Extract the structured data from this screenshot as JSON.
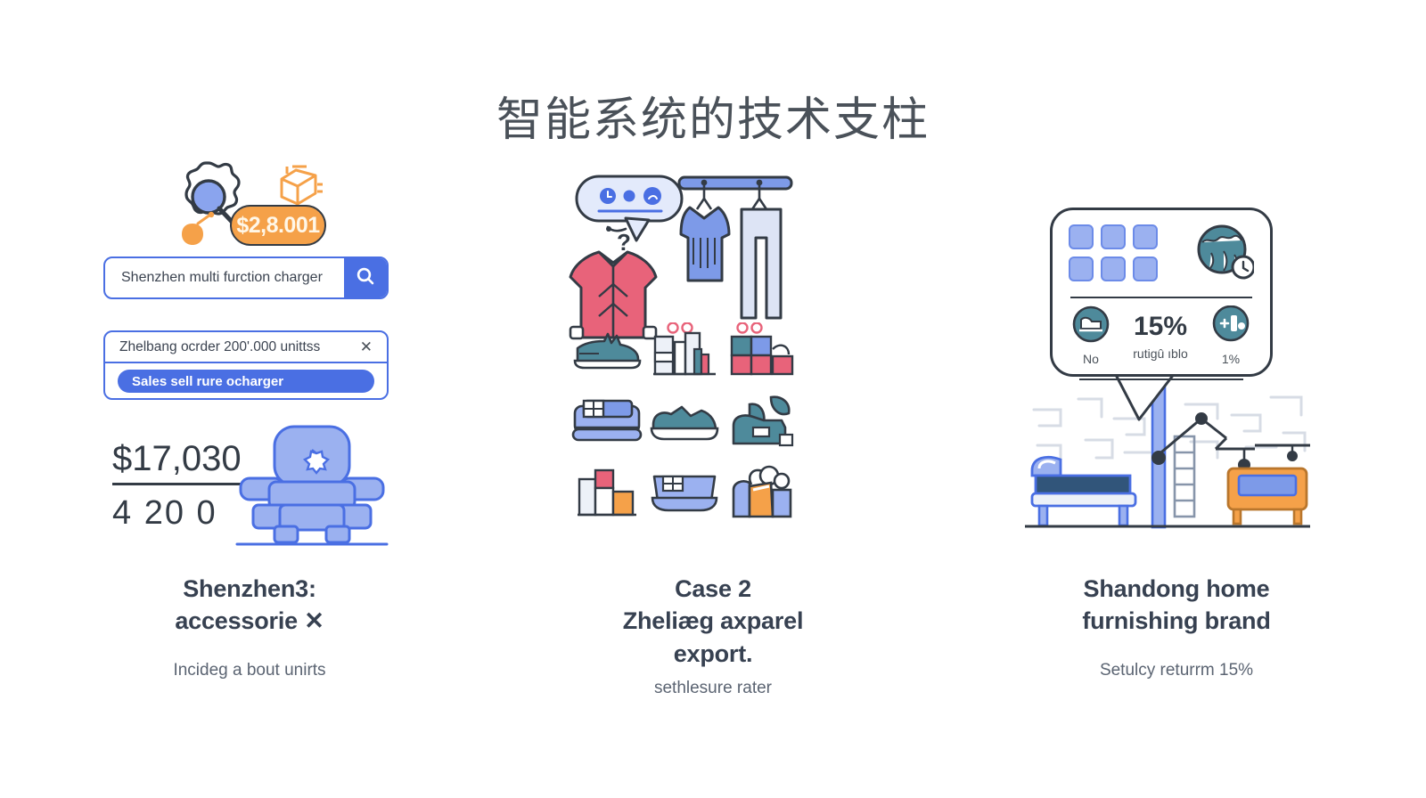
{
  "slide": {
    "title": "智能系统的技术支柱",
    "background_color": "#ffffff"
  },
  "theme": {
    "accent_blue": "#4A6FE3",
    "light_blue": "#9BB1F0",
    "orange": "#F5A149",
    "teal": "#4E8A9B",
    "pink": "#E8637A",
    "ink": "#333b45",
    "title_gray": "#4a5159",
    "caption_gray": "#5b6472"
  },
  "columns": [
    {
      "id": "case-1-shenzhen",
      "caption_title": "Shenzhen3:\naccessorie  ✕",
      "caption_title_line1": "Shenzhen3:",
      "caption_title_line2": "accessorie  ✕",
      "caption_sub": "Incideg a bout unirts",
      "art": {
        "price_badge": "$2,8.001",
        "search_value": "Shenzhen multi furction charger",
        "search_icon": "search-icon",
        "suggestion_text": "Zhelbang ocrder 200'.000 unittss",
        "suggestion_close": "✕",
        "suggestion_pill": "Sales sell rure ocharger",
        "big_number": "$17,030",
        "big_number_2": "4 20 0"
      }
    },
    {
      "id": "case-2-zhejiang",
      "caption_title_line1": "Case 2",
      "caption_title_line2": "Zheliæg axparel",
      "caption_title_line3": "export.",
      "caption_sub": "sethlesure rater",
      "art": {
        "bubble_icons": [
          "clock-icon",
          "dot-icon",
          "tag-icon"
        ],
        "question_mark": "?",
        "grid_items": [
          "sneaker-side-icon",
          "packaging-boxes-icon",
          "gift-boxes-icon",
          "sofa-icon",
          "sneaker-front-icon",
          "plant-chair-icon",
          "shelf-boxes-icon",
          "couch-icon",
          "shopping-bag-icon"
        ]
      }
    },
    {
      "id": "case-3-shandong",
      "caption_title_line1": "Shandong home",
      "caption_title_line2": "furnishing brand",
      "caption_sub": "Setulcy returrm 15%",
      "art": {
        "card_grid_cells": 6,
        "globe_icon": "globe-icon",
        "stat_left_icon": "bed-icon",
        "stat_left_label": "No",
        "stat_center_value": "15%",
        "stat_center_label": "rutigû ıblo",
        "stat_right_icon": "plus-badge-icon",
        "stat_right_label": "1%"
      }
    }
  ]
}
